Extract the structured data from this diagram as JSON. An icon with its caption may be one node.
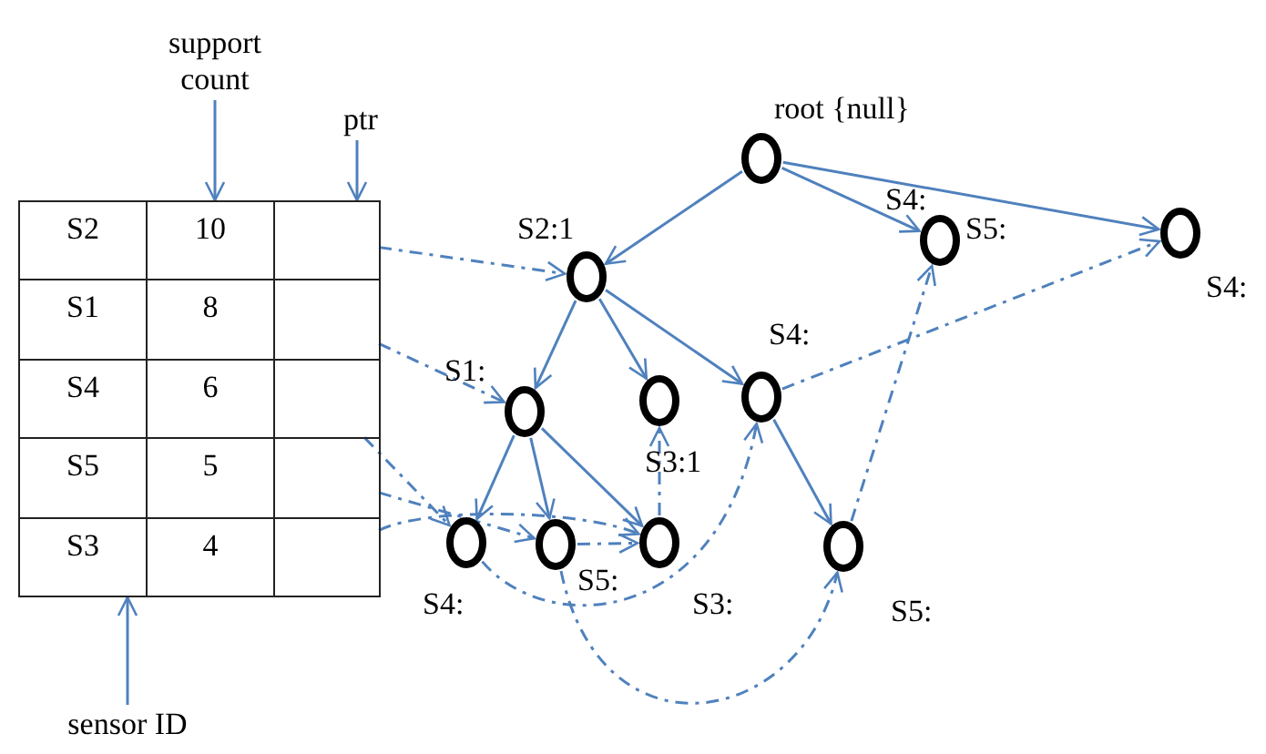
{
  "diagram": {
    "nodes": [
      {
        "text": [
          "support count"
        ]
      },
      {
        "text": [
          "ptr"
        ]
      },
      {
        "text": [
          "sensor ID"
        ]
      },
      {
        "text": [
          "S2"
        ]
      },
      {
        "text": [
          "10"
        ]
      },
      {
        "text": [],
        "shape": "box"
      },
      {
        "text": [
          "S1"
        ]
      },
      {
        "text": [
          "8"
        ]
      },
      {
        "text": [],
        "shape": "box"
      },
      {
        "text": [
          "S4"
        ]
      },
      {
        "text": [
          "6"
        ]
      },
      {
        "text": [],
        "shape": "box"
      },
      {
        "text": [
          "S5"
        ]
      },
      {
        "text": [
          "5"
        ]
      },
      {
        "text": [],
        "shape": "box"
      },
      {
        "text": [
          "S3"
        ]
      },
      {
        "text": [
          "4"
        ]
      },
      {
        "text": [],
        "shape": "box"
      },
      {
        "text": [],
        "shape": "circle",
        "beside": [
          "root {null}"
        ]
      },
      {
        "text": [],
        "shape": "circle",
        "beside": [
          "S2:1"
        ]
      },
      {
        "text": [],
        "shape": "circle",
        "beside": [
          "S4:",
          "S5:"
        ]
      },
      {
        "text": [],
        "shape": "circle",
        "beside": [
          "S4:"
        ]
      },
      {
        "text": [],
        "shape": "circle",
        "beside": [
          "S1:"
        ]
      },
      {
        "text": [],
        "shape": "circle",
        "beside": [
          "S3:1"
        ]
      },
      {
        "text": [],
        "shape": "circle",
        "beside": [
          "S4:"
        ]
      },
      {
        "text": [],
        "shape": "circle",
        "beside": [
          "S4:"
        ]
      },
      {
        "text": [],
        "shape": "circle",
        "beside": [
          "S5:"
        ]
      },
      {
        "text": [],
        "shape": "circle",
        "beside": [
          "S3:"
        ]
      },
      {
        "text": [],
        "shape": "circle",
        "beside": [
          "S5:"
        ]
      }
    ],
    "edges": [
      {
        "from": 0,
        "to": 4,
        "arrow": "to"
      },
      {
        "from": 1,
        "to": 5,
        "arrow": "to"
      },
      {
        "from": 2,
        "to": 15,
        "arrow": "to"
      },
      {
        "from": 18,
        "to": 19,
        "arrow": "to"
      },
      {
        "from": 18,
        "to": 20,
        "arrow": "to"
      },
      {
        "from": 18,
        "to": 21,
        "arrow": "to"
      },
      {
        "from": 19,
        "to": 22,
        "arrow": "to"
      },
      {
        "from": 19,
        "to": 23,
        "arrow": "to"
      },
      {
        "from": 19,
        "to": 24,
        "arrow": "to"
      },
      {
        "from": 22,
        "to": 25,
        "arrow": "to"
      },
      {
        "from": 22,
        "to": 26,
        "arrow": "to"
      },
      {
        "from": 22,
        "to": 27,
        "arrow": "to"
      },
      {
        "from": 24,
        "to": 28,
        "arrow": "to"
      },
      {
        "from": 5,
        "to": 19,
        "arrow": "to",
        "style": "dashed"
      },
      {
        "from": 8,
        "to": 22,
        "arrow": "to",
        "style": "dashed"
      },
      {
        "from": 11,
        "to": 25,
        "arrow": "to",
        "style": "dashed"
      },
      {
        "from": 14,
        "to": 26,
        "arrow": "to",
        "style": "dashed"
      },
      {
        "from": 17,
        "to": 27,
        "arrow": "to",
        "style": "dashed"
      },
      {
        "from": 25,
        "to": 24,
        "arrow": "to",
        "style": "dashed"
      },
      {
        "from": 24,
        "to": 21,
        "arrow": "to",
        "style": "dashed"
      },
      {
        "from": 26,
        "to": 27,
        "arrow": "to",
        "style": "dashed"
      },
      {
        "from": 26,
        "to": 28,
        "arrow": "to",
        "style": "dashed"
      },
      {
        "from": 28,
        "to": 20,
        "arrow": "to",
        "style": "dashed"
      },
      {
        "from": 27,
        "to": 23,
        "arrow": "to",
        "style": "dashed"
      }
    ]
  }
}
